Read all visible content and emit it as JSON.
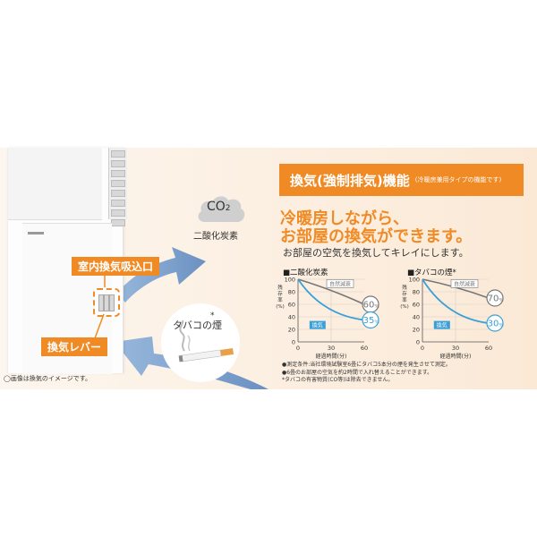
{
  "colors": {
    "accent": "#f08a24",
    "nature": "#777777",
    "vent": "#3aa0d8",
    "arrow": "#6f96c4"
  },
  "labels": {
    "intake": "室内換気吸込口",
    "lever": "換気レバー",
    "co2_main": "CO",
    "co2_sub": "2",
    "co2_caption": "二酸化炭素",
    "tobacco": "タバコの煙",
    "tobacco_star": "*",
    "caption": "◯画像は換気のイメージです。"
  },
  "header": {
    "title": "換気(強制排気)機能",
    "subtitle": "(冷暖房兼用タイプの機能です)"
  },
  "headline": {
    "line1": "冷暖房しながら、",
    "line2": "お部屋の換気ができます。"
  },
  "subline": "お部屋の空気を換気してキレイにします。",
  "charts": [
    {
      "title": "■二酸化炭素",
      "ylabel_chars": [
        "残",
        "存",
        "率",
        "(%)"
      ],
      "yticks": [
        "100",
        "80",
        "60",
        "40",
        "20",
        "0"
      ],
      "xticks": [
        "0",
        "30",
        "60"
      ],
      "xlabel": "経過時間(分)",
      "series": [
        {
          "name": "自然減衰",
          "y_end": 60,
          "end_label": "60",
          "unit": "%"
        },
        {
          "name": "換気",
          "y_end": 35,
          "end_label": "35",
          "unit": "%"
        }
      ]
    },
    {
      "title": "■タバコの煙*",
      "ylabel_chars": [
        "残",
        "存",
        "率",
        "(%)"
      ],
      "yticks": [
        "100",
        "80",
        "60",
        "40",
        "20",
        "0"
      ],
      "xticks": [
        "0",
        "30",
        "60"
      ],
      "xlabel": "経過時間(分)",
      "series": [
        {
          "name": "自然減衰",
          "y_end": 70,
          "end_label": "70",
          "unit": "%"
        },
        {
          "name": "換気",
          "y_end": 30,
          "end_label": "30",
          "unit": "%"
        }
      ]
    }
  ],
  "notes": [
    "●測定条件:当社環境試験室6畳にタバコ5本分の煙を発生させて測定。",
    "●6畳のお部屋の空気を約2時間で入れ替えることができます。",
    "*タバコの有害物質(CO等)は除去できません。"
  ]
}
